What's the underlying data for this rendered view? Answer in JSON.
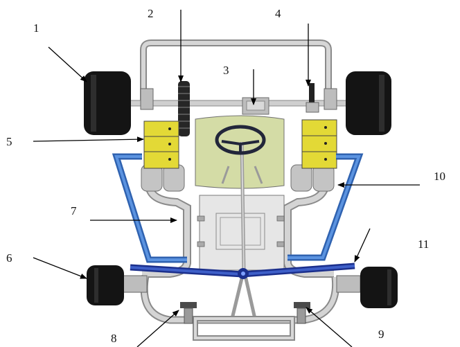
{
  "labels": {
    "l1": "1",
    "l2": "2",
    "l3": "3",
    "l4": "4",
    "l5": "5",
    "l6": "6",
    "l7": "7",
    "l8": "8",
    "l9": "9",
    "l10": "10",
    "l11": "11"
  },
  "colors": {
    "frame": "#c9c9c9",
    "frame_edge": "#8a8a8a",
    "tire": "#141414",
    "bumper": "#3e7bd0",
    "axle_bar": "#1f3fa8",
    "battery": "#e3d936",
    "seat": "#d4dca6",
    "plate": "#e6e6e6",
    "arrow": "#000000"
  }
}
